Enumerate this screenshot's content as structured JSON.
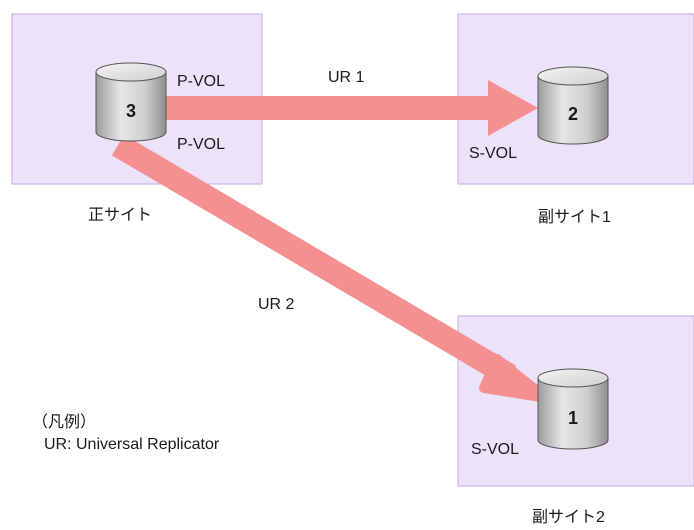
{
  "sites": {
    "primary": {
      "label": "正サイト",
      "volume_number": "3",
      "pvol_label_1": "P-VOL",
      "pvol_label_2": "P-VOL"
    },
    "secondary1": {
      "label": "副サイト1",
      "volume_number": "2",
      "svol_label": "S-VOL"
    },
    "secondary2": {
      "label": "副サイト2",
      "volume_number": "1",
      "svol_label": "S-VOL"
    }
  },
  "links": {
    "ur1_label": "UR 1",
    "ur2_label": "UR 2"
  },
  "legend": {
    "title": "（凡例）",
    "entry": "UR: Universal Replicator"
  },
  "colors": {
    "site_box_fill": "#ECE3FA",
    "site_box_border": "#BFA9E6",
    "arrow": "#F49090",
    "cylinder_body": "#C9C9C9"
  }
}
